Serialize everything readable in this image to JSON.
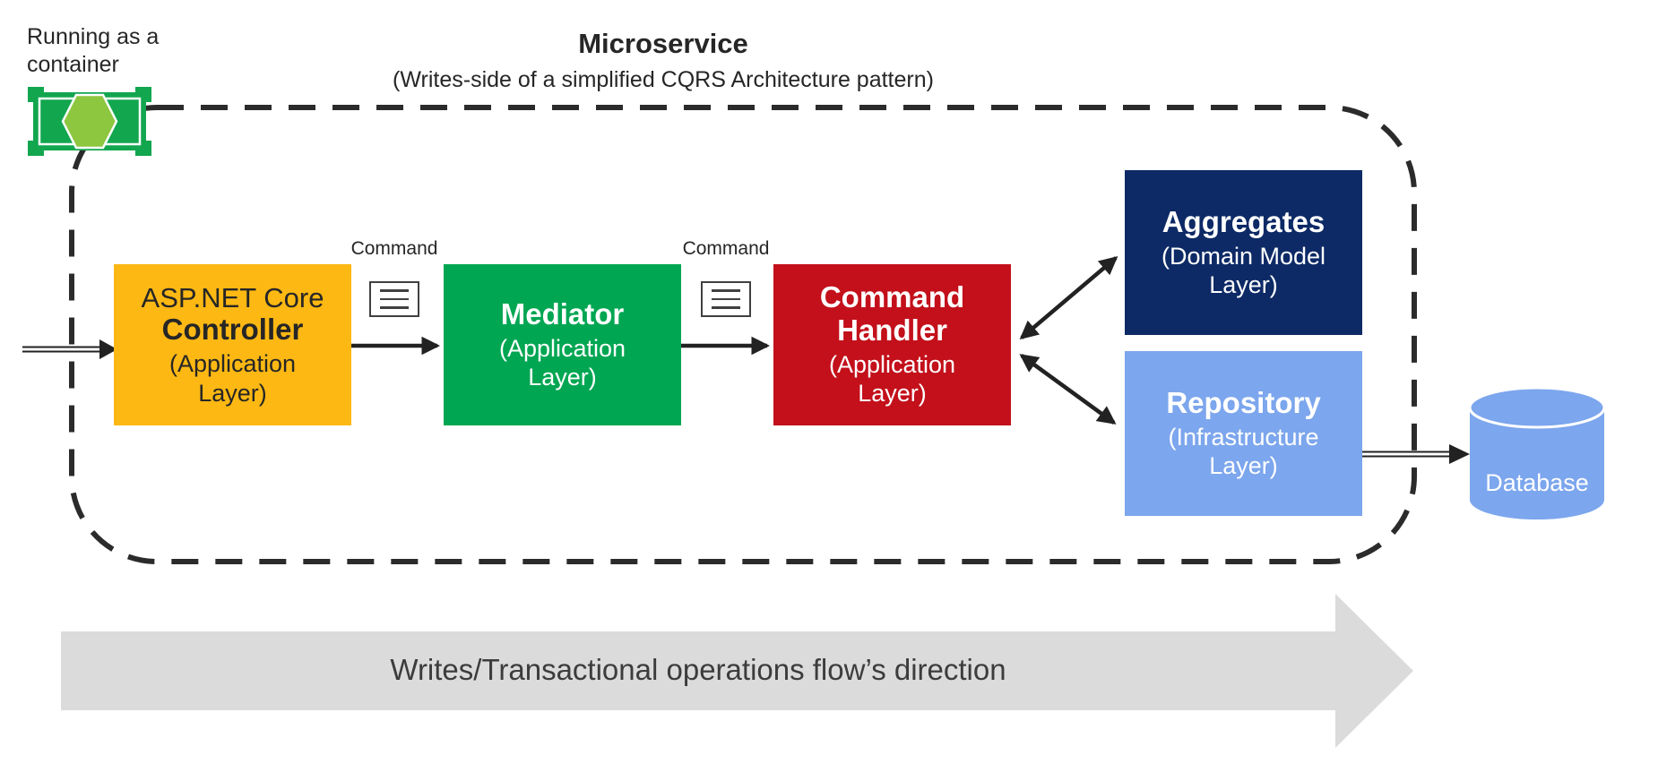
{
  "page": {
    "background": "#FFFFFF"
  },
  "container_badge": {
    "label": "Running as a container"
  },
  "header": {
    "title": "Microservice",
    "subtitle": "(Writes-side of a simplified CQRS Architecture pattern)"
  },
  "nodes": {
    "controller": {
      "pretitle": "ASP.NET Core",
      "title": "Controller",
      "layer": "(Application Layer)",
      "color": "#FDB813"
    },
    "mediator": {
      "title": "Mediator",
      "layer": "(Application Layer)",
      "color": "#00A652"
    },
    "command_handler": {
      "title": "Command Handler",
      "layer": "(Application Layer)",
      "color": "#C3101B"
    },
    "aggregates": {
      "title": "Aggregates",
      "layer": "(Domain Model Layer)",
      "color": "#0D2A66"
    },
    "repository": {
      "title": "Repository",
      "layer": "(Infrastructure Layer)",
      "color": "#7CA6ED"
    },
    "database": {
      "title": "Database",
      "color": "#7CA6ED"
    }
  },
  "messages": {
    "command1": "Command",
    "command2": "Command"
  },
  "boundary": {
    "style": "dashed",
    "color": "#2B2B2B"
  },
  "flow_arrow": {
    "label": "Writes/Transactional operations flow’s direction",
    "color": "#DBDBDB"
  },
  "icon_colors": {
    "container_green": "#12A64F",
    "container_hexagon": "#8DC63F"
  }
}
